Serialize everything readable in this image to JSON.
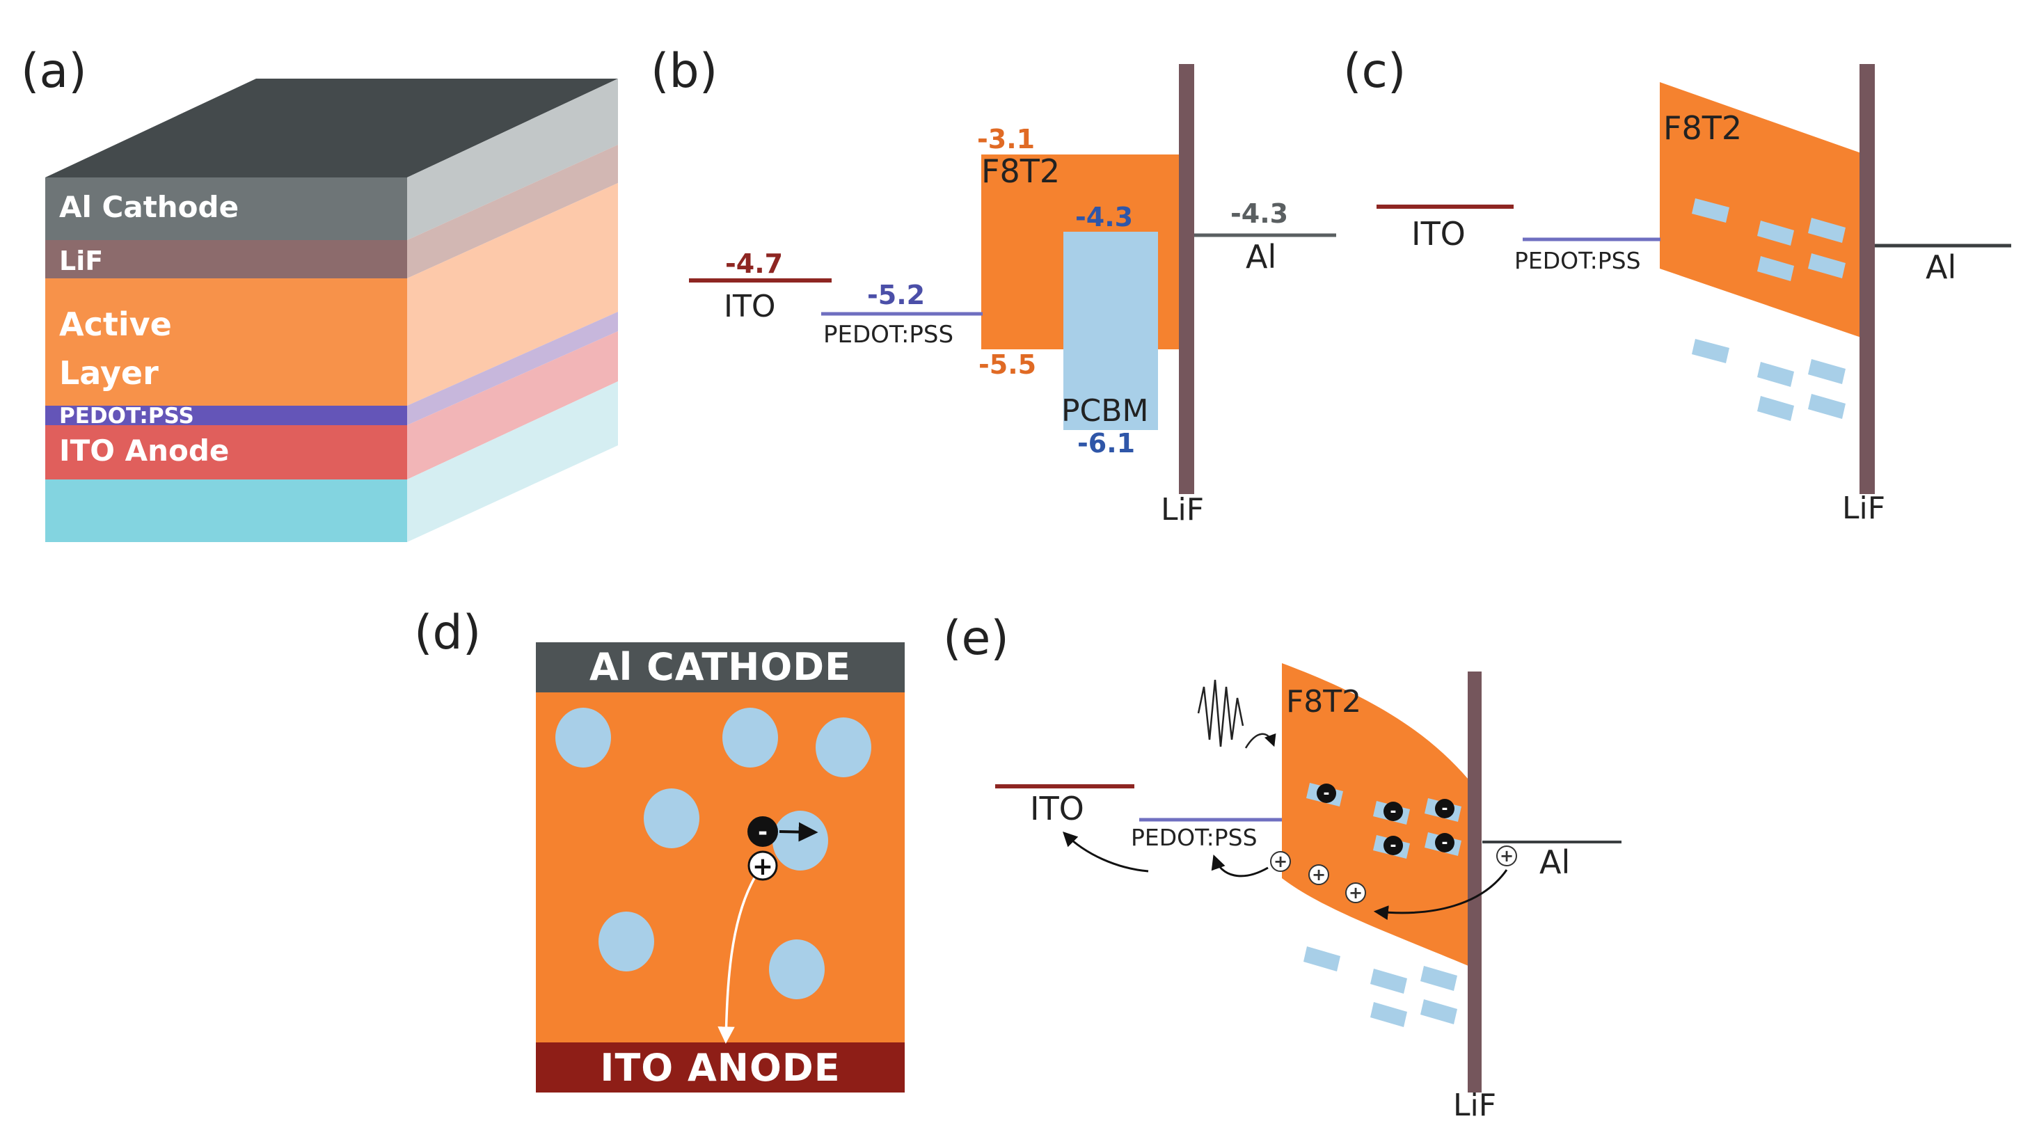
{
  "panels": {
    "a": "(a)",
    "b": "(b)",
    "c": "(c)",
    "d": "(d)",
    "e": "(e)"
  },
  "stack": {
    "layers": [
      "Al Cathode",
      "LiF",
      "Active",
      "Layer",
      "PEDOT:PSS",
      "ITO Anode"
    ]
  },
  "energy_diagram": {
    "ito_level": "-4.7",
    "ito_label": "ITO",
    "pedot_level": "-5.2",
    "pedot_label": "PEDOT:PSS",
    "f8t2_lumo": "-3.1",
    "f8t2_label": "F8T2",
    "f8t2_homo": "-5.5",
    "pcbm_lumo": "-4.3",
    "pcbm_label": "PCBM",
    "pcbm_homo": "-6.1",
    "al_level": "-4.3",
    "al_label": "Al",
    "lif_label": "LiF"
  },
  "bent_diagram_c": {
    "ito_label": "ITO",
    "pedot_label": "PEDOT:PSS",
    "f8t2_label": "F8T2",
    "al_label": "Al",
    "lif_label": "LiF"
  },
  "device_d": {
    "cathode": "Al CATHODE",
    "anode": "ITO ANODE",
    "electron_symbol": "-",
    "hole_symbol": "+"
  },
  "bent_diagram_e": {
    "ito_label": "ITO",
    "pedot_label": "PEDOT:PSS",
    "f8t2_label": "F8T2",
    "al_label": "Al",
    "lif_label": "LiF",
    "hole_symbol": "+",
    "electron_symbol": "-"
  },
  "colors": {
    "orange": "#f5822f",
    "light_blue": "#a8cfe8",
    "lif_bar": "#75565c",
    "ito_line": "#8e2622",
    "pedot_line": "#6f6fc0",
    "al_gray": "#5a5f61",
    "anode_red": "#8e1e17"
  }
}
